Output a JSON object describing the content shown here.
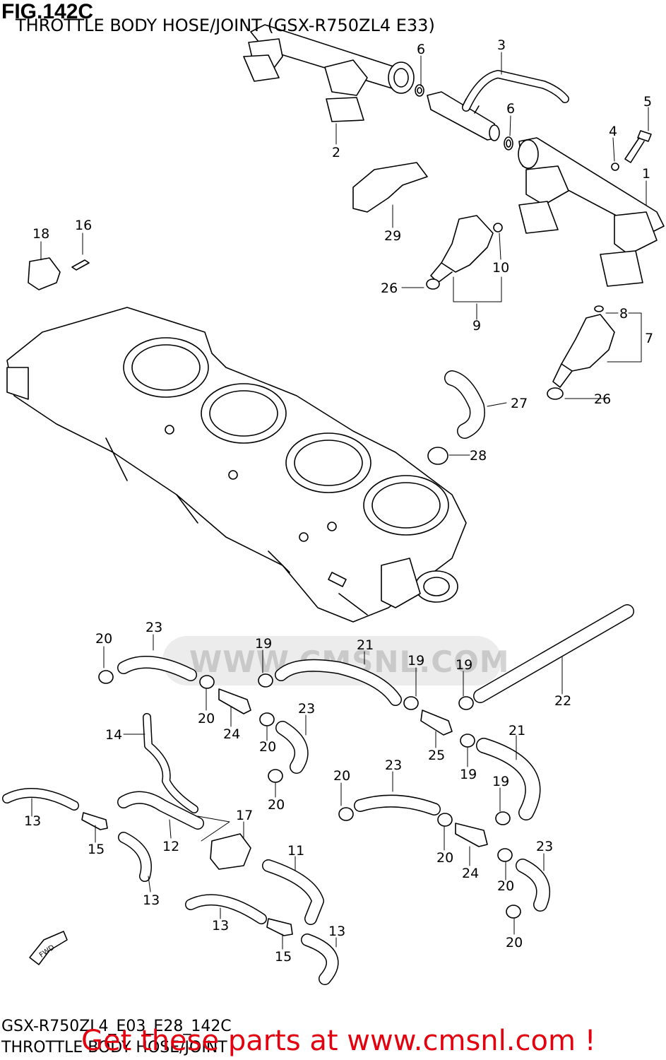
{
  "header": {
    "fig_label": "FIG.142C",
    "subtitle": "THROTTLE BODY HOSE/JOINT (GSX-R750ZL4 E33)"
  },
  "watermark": {
    "text": "WWW.CMSNL.COM"
  },
  "callouts": {
    "c1": "1",
    "c2": "2",
    "c3": "3",
    "c4": "4",
    "c5": "5",
    "c6a": "6",
    "c6b": "6",
    "c7": "7",
    "c8": "8",
    "c9": "9",
    "c10": "10",
    "c11": "11",
    "c12": "12",
    "c13a": "13",
    "c13b": "13",
    "c13c": "13",
    "c13d": "13",
    "c14": "14",
    "c15a": "15",
    "c15b": "15",
    "c16": "16",
    "c17": "17",
    "c18": "18",
    "c19a": "19",
    "c19b": "19",
    "c19c": "19",
    "c19d": "19",
    "c19e": "19",
    "c20a": "20",
    "c20b": "20",
    "c20c": "20",
    "c20d": "20",
    "c20e": "20",
    "c20f": "20",
    "c20g": "20",
    "c20h": "20",
    "c21a": "21",
    "c21b": "21",
    "c22": "22",
    "c23a": "23",
    "c23b": "23",
    "c23c": "23",
    "c23d": "23",
    "c24a": "24",
    "c24b": "24",
    "c25": "25",
    "c26a": "26",
    "c26b": "26",
    "c27": "27",
    "c28": "28",
    "c29": "29"
  },
  "fwd_label": "FWD",
  "footer": {
    "model_code": "GSX-R750ZL4_E03_E28_142C",
    "title": "THROTTLE BODY HOSE/JOINT",
    "cta": "Get these parts at www.cmsnl.com !"
  },
  "colors": {
    "line": "#000000",
    "cta": "#e3000f",
    "background": "#ffffff"
  }
}
